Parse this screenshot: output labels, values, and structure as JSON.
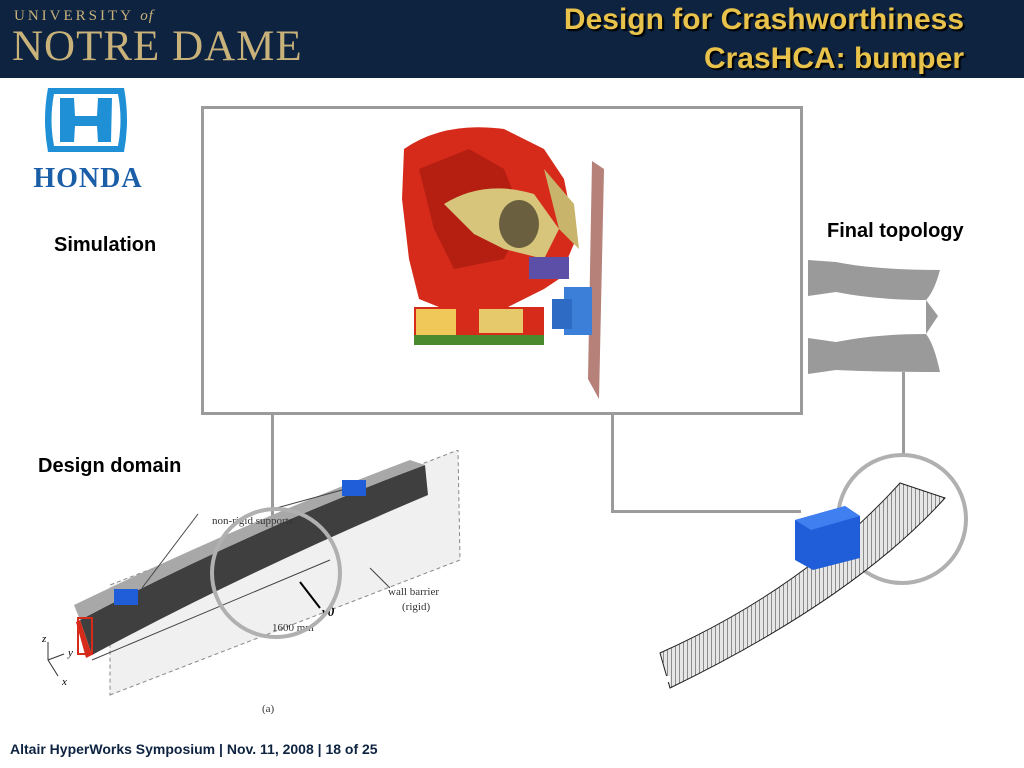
{
  "header": {
    "university_line": {
      "prefix": "UNIVERSITY",
      "of": "of"
    },
    "institution": "NOTRE DAME",
    "title_line1": "Design for Crashworthiness",
    "title_line2": "CrasHCA: bumper"
  },
  "logo": {
    "brand": "HONDA"
  },
  "labels": {
    "simulation": "Simulation",
    "final_topology": "Final topology",
    "design_domain": "Design domain"
  },
  "figure_annotations": {
    "supports": "non-rigid supports",
    "wall_barrier_line1": "wall barrier",
    "wall_barrier_line2": "(rigid)",
    "length": "1600 mm",
    "velocity": "v0",
    "axis_z": "z",
    "axis_y": "y",
    "axis_x": "x",
    "caption": "(a)"
  },
  "footer": {
    "text": "Altair HyperWorks Symposium | Nov. 11, 2008 | 18 of 25"
  },
  "colors": {
    "header_bg": "#0d2340",
    "title": "#e8c24a",
    "nd_gold": "#c9b27a",
    "honda_blue": "#1f8fd6",
    "honda_text": "#1a5ea8"
  }
}
